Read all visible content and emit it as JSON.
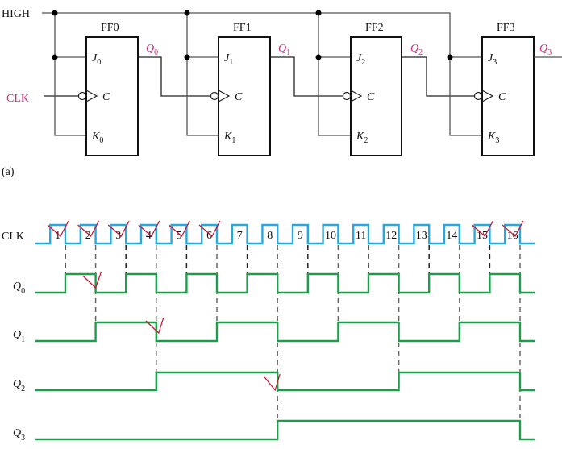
{
  "figure": {
    "part_label": "(a)",
    "inputs": {
      "high": "HIGH",
      "clk": "CLK"
    },
    "flip_flops": [
      {
        "name": "FF0",
        "j": "J",
        "k": "K",
        "c": "C",
        "sub": "0",
        "q": "Q",
        "q_sub": "0"
      },
      {
        "name": "FF1",
        "j": "J",
        "k": "K",
        "c": "C",
        "sub": "1",
        "q": "Q",
        "q_sub": "1"
      },
      {
        "name": "FF2",
        "j": "J",
        "k": "K",
        "c": "C",
        "sub": "2",
        "q": "Q",
        "q_sub": "2"
      },
      {
        "name": "FF3",
        "j": "J",
        "k": "K",
        "c": "C",
        "sub": "3",
        "q": "Q",
        "q_sub": "3"
      }
    ],
    "colors": {
      "clk_wave": "#29a8e0",
      "q_wave": "#1e9e4a",
      "label_pink": "#d4287a",
      "check_marks": "#c8102e"
    }
  },
  "timing": {
    "clk_label": "CLK",
    "clock_pulses": [
      "1",
      "2",
      "3",
      "4",
      "5",
      "6",
      "7",
      "8",
      "9",
      "10",
      "11",
      "12",
      "13",
      "14",
      "15",
      "16"
    ],
    "signals": [
      {
        "name": "Q",
        "sub": "0",
        "states": [
          0,
          1,
          0,
          1,
          0,
          1,
          0,
          1,
          0,
          1,
          0,
          1,
          0,
          1,
          0,
          1,
          0
        ]
      },
      {
        "name": "Q",
        "sub": "1",
        "states": [
          0,
          0,
          1,
          1,
          0,
          0,
          1,
          1,
          0,
          0,
          1,
          1,
          0,
          0,
          1,
          1,
          0
        ]
      },
      {
        "name": "Q",
        "sub": "2",
        "states": [
          0,
          0,
          0,
          0,
          1,
          1,
          1,
          1,
          0,
          0,
          0,
          0,
          1,
          1,
          1,
          1,
          0
        ]
      },
      {
        "name": "Q",
        "sub": "3",
        "states": [
          0,
          0,
          0,
          0,
          0,
          0,
          0,
          0,
          1,
          1,
          1,
          1,
          1,
          1,
          1,
          1,
          0
        ]
      }
    ],
    "checkmarked_pulses": [
      1,
      2,
      3,
      4,
      5,
      6,
      15,
      16
    ]
  }
}
